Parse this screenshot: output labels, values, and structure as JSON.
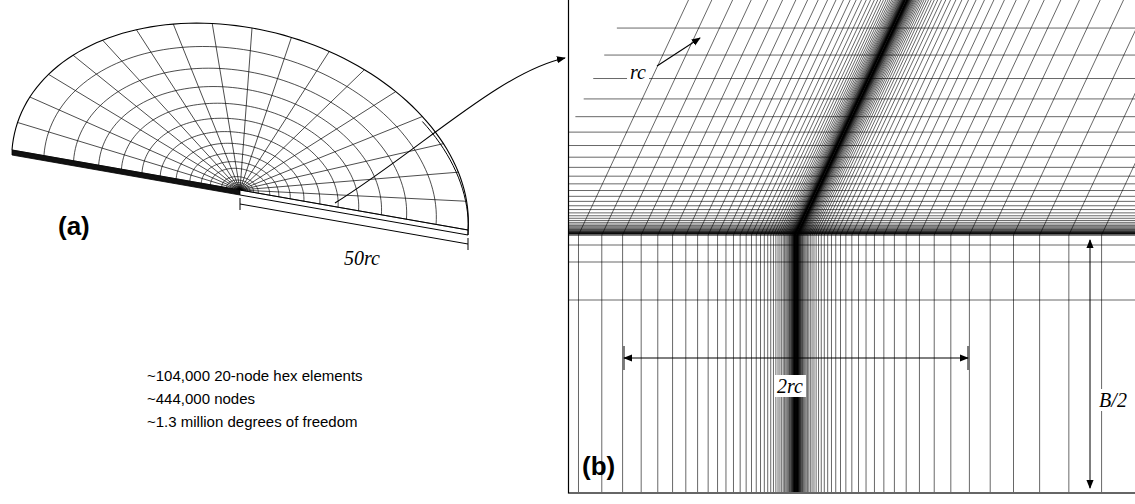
{
  "diagram": {
    "labels": [
      "(a)",
      "50rc",
      "~104,000 20-node hex elements",
      "~444,000 nodes",
      "~1.3 million degrees of freedom",
      "rc",
      "2rc",
      "B/2",
      "(b)"
    ]
  }
}
